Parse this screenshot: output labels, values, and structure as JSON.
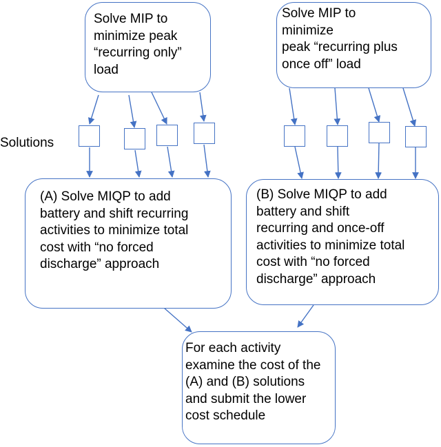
{
  "colors": {
    "stroke": "#4472c4",
    "text": "#000000",
    "background": "#ffffff"
  },
  "top_left": {
    "lines": [
      "Solve MIP to",
      "minimize peak",
      "“recurring only”",
      "load"
    ]
  },
  "top_right": {
    "lines": [
      "Solve MIP to",
      "minimize",
      "peak “recurring plus",
      "once off” load"
    ]
  },
  "solutions_label": "Solutions",
  "box_a": {
    "lines": [
      "(A) Solve MIQP to add",
      "battery and shift recurring",
      "activities to minimize total",
      "cost with “no forced",
      "discharge” approach"
    ]
  },
  "box_b": {
    "lines": [
      "(B) Solve MIQP to add",
      "battery and shift",
      "recurring and once-off",
      "activities to minimize total",
      "cost with “no forced",
      "discharge” approach"
    ]
  },
  "final": {
    "lines": [
      "For each activity",
      "examine the cost of the",
      "(A)  and (B) solutions",
      "and submit the lower",
      "cost schedule"
    ]
  }
}
